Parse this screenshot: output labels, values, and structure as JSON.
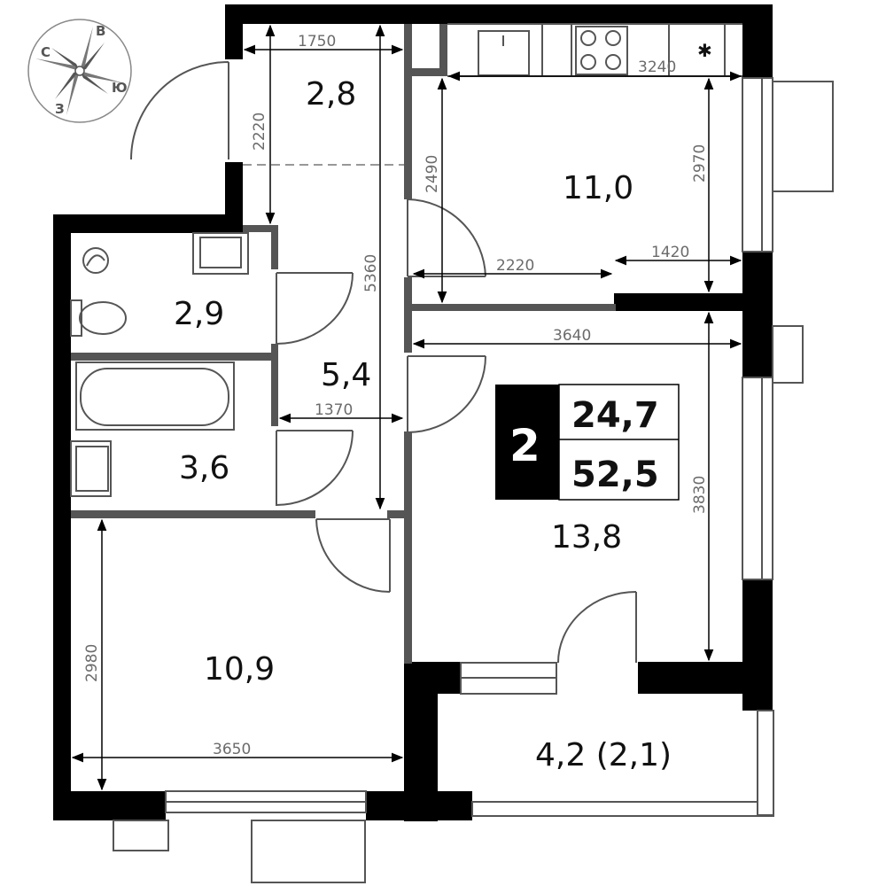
{
  "compass": {
    "north": "С",
    "east": "В",
    "south": "Ю",
    "west": "З"
  },
  "rooms": {
    "hall_small": "2,8",
    "kitchen": "11,0",
    "wc": "2,9",
    "corridor": "5,4",
    "bath": "3,6",
    "bedroom": "10,9",
    "living": "13,8",
    "balcony": "4,2 (2,1)"
  },
  "badge": {
    "rooms_count": "2",
    "living_area": "24,7",
    "total_area": "52,5"
  },
  "dims": {
    "d1750": "1750",
    "d3240": "3240",
    "d2220v": "2220",
    "d2490": "2490",
    "d2970": "2970",
    "d5360": "5360",
    "d2220h": "2220",
    "d1420": "1420",
    "d3640": "3640",
    "d1370": "1370",
    "d3830": "3830",
    "d2980": "2980",
    "d3650": "3650"
  },
  "colors": {
    "wall": "#000000",
    "partition": "#555555",
    "dim_line": "#000000",
    "text": "#111111"
  }
}
